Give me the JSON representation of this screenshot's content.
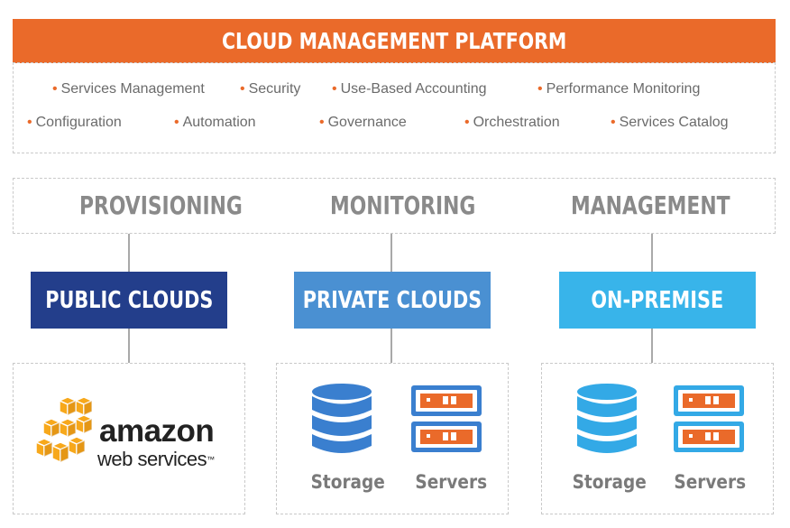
{
  "header": {
    "title": "CLOUD MANAGEMENT PLATFORM"
  },
  "features": {
    "row1": [
      "Services Management",
      "Security",
      "Use-Based Accounting",
      "Performance Monitoring"
    ],
    "row2": [
      "Configuration",
      "Automation",
      "Governance",
      "Orchestration",
      "Services Catalog"
    ]
  },
  "functions": [
    "PROVISIONING",
    "MONITORING",
    "MANAGEMENT"
  ],
  "clouds": [
    {
      "label": "PUBLIC CLOUDS",
      "color": "#233e8b"
    },
    {
      "label": "PRIVATE CLOUDS",
      "color": "#4a90d2"
    },
    {
      "label": "ON-PREMISE",
      "color": "#38b4ea"
    }
  ],
  "aws": {
    "line1": "amazon",
    "line2": "web services",
    "tm": "™"
  },
  "resources": {
    "private": {
      "storage": "Storage",
      "servers": "Servers",
      "color": "#3a7fcf"
    },
    "onprem": {
      "storage": "Storage",
      "servers": "Servers",
      "color": "#33a9e6"
    }
  },
  "colors": {
    "accent": "#ea6a2a",
    "aws_orange": "#f7a81b"
  }
}
